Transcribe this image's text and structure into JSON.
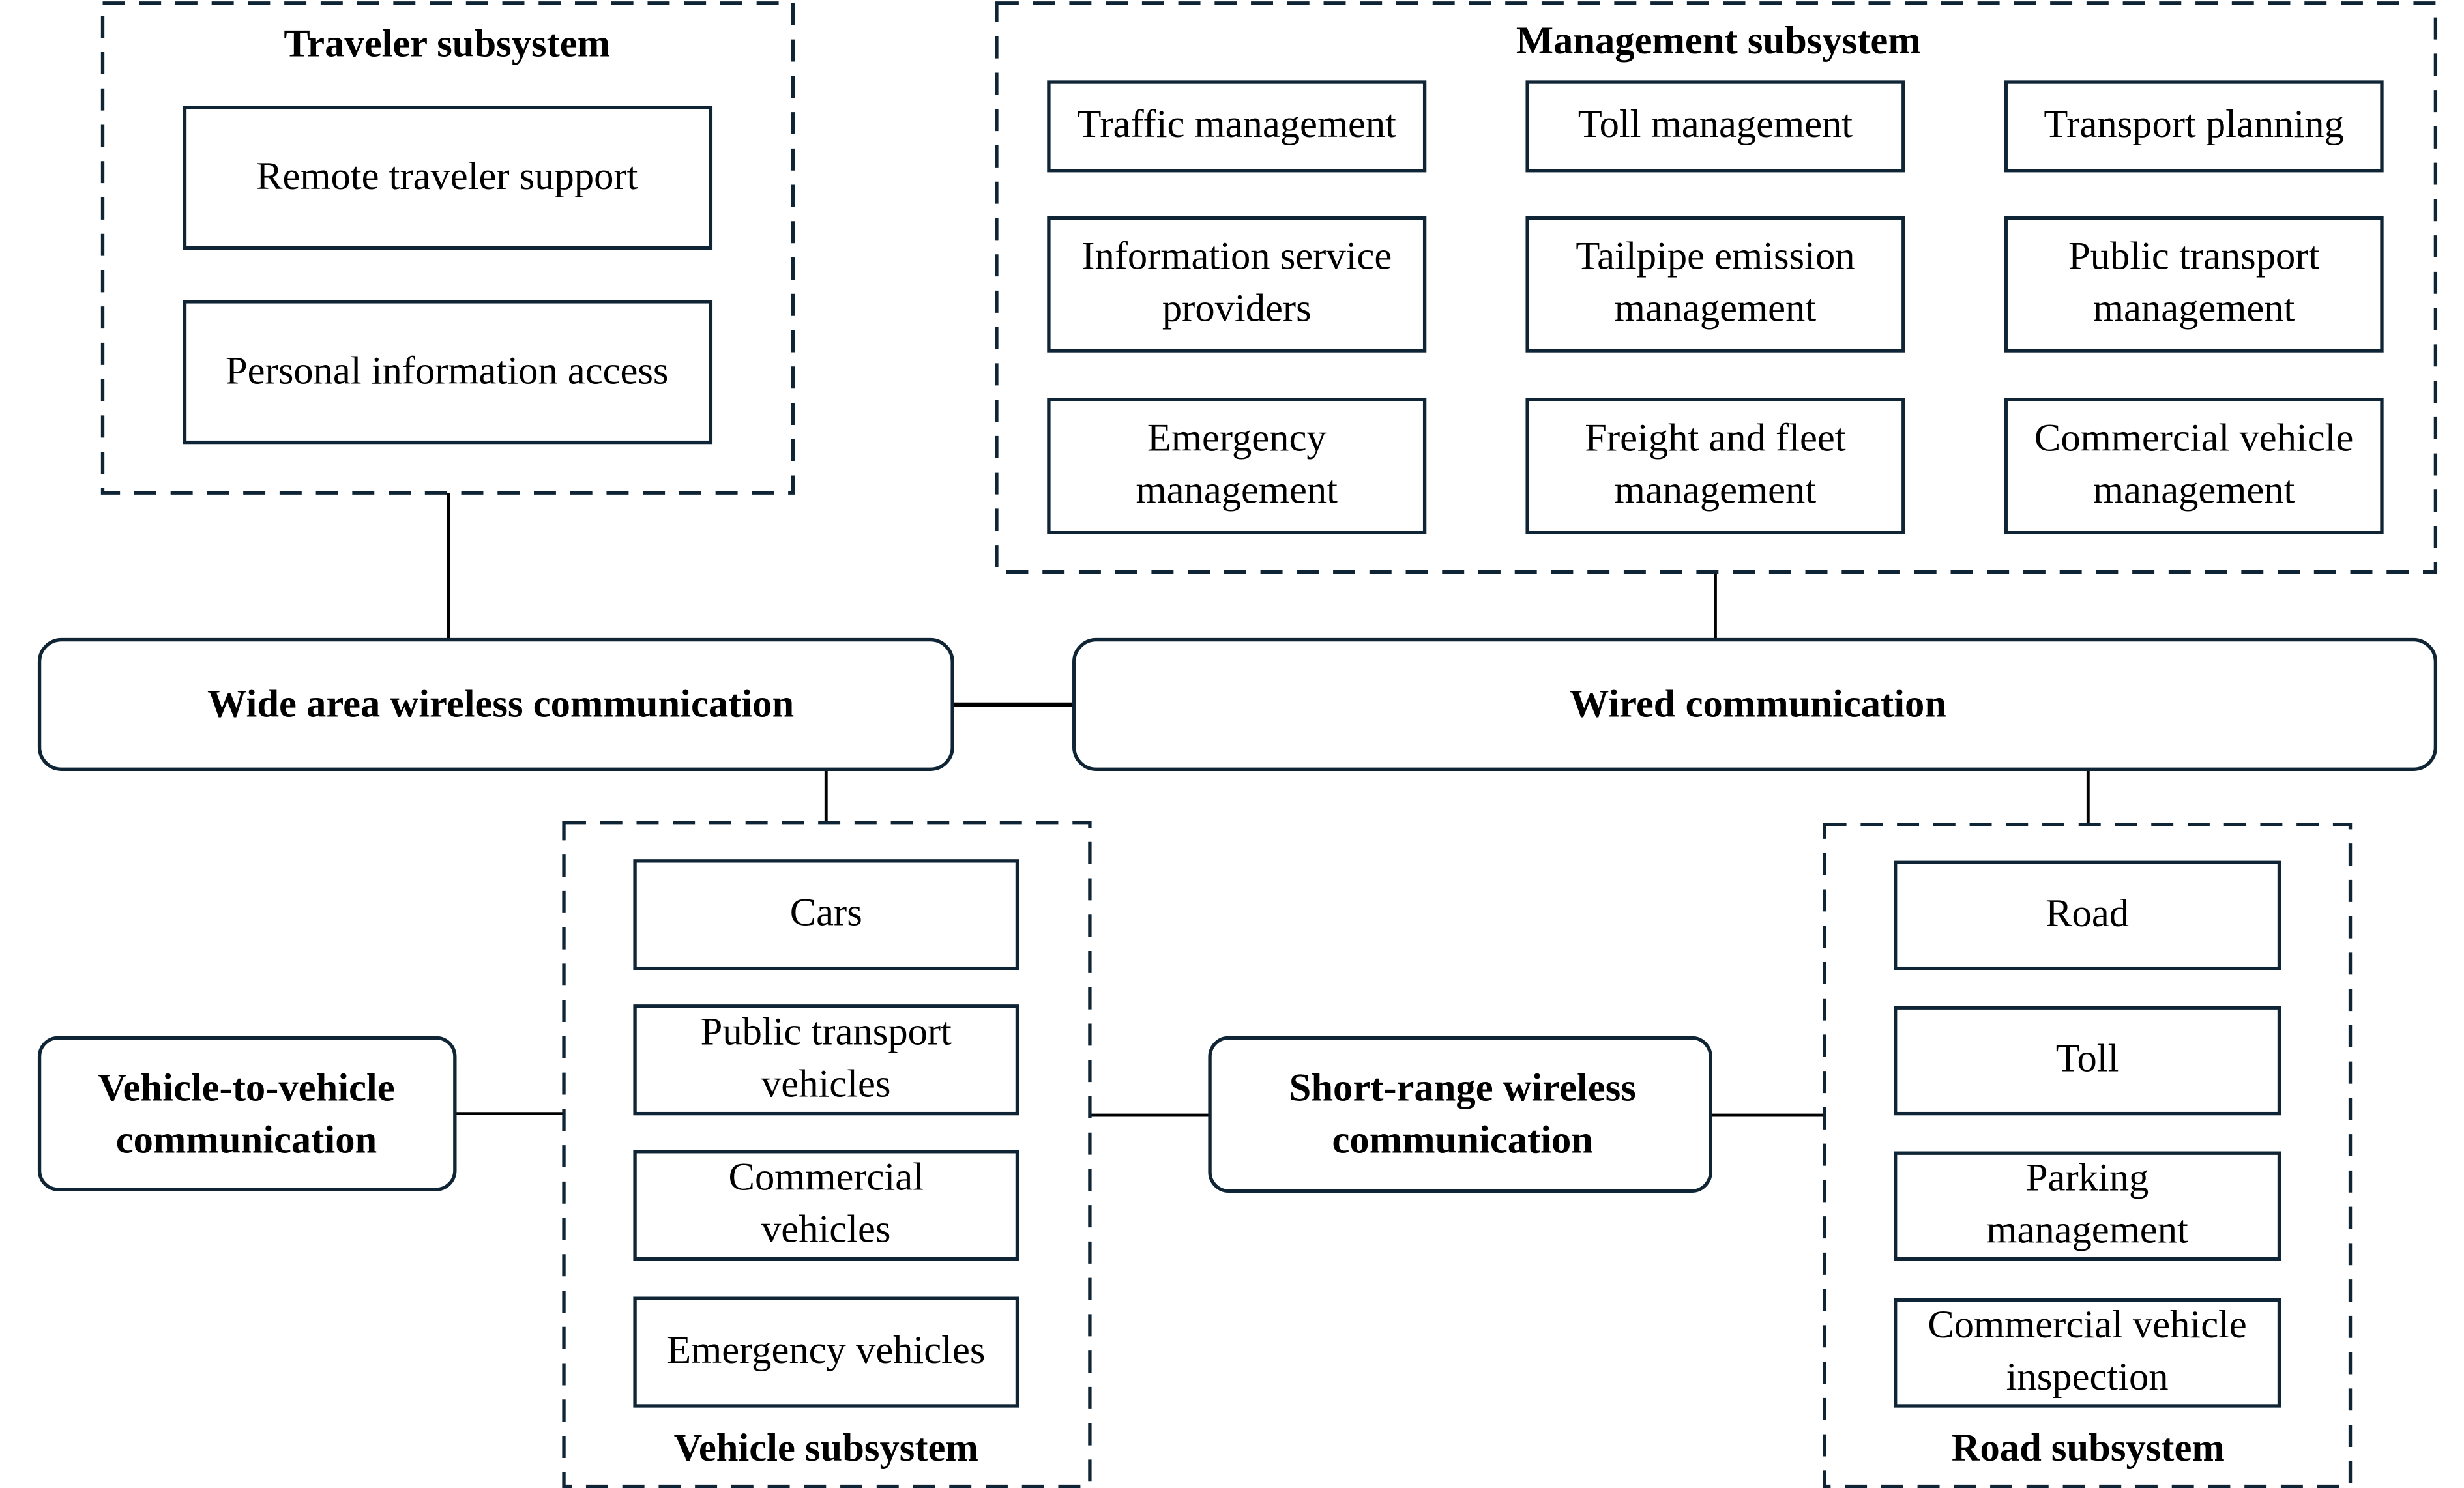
{
  "traveler": {
    "title": "Traveler subsystem",
    "items": [
      "Remote traveler support",
      "Personal information access"
    ]
  },
  "management": {
    "title": "Management subsystem",
    "items": [
      [
        "Traffic management"
      ],
      [
        "Toll management"
      ],
      [
        "Transport planning"
      ],
      [
        "Information service",
        "providers"
      ],
      [
        "Tailpipe emission",
        "management"
      ],
      [
        "Public transport",
        "management"
      ],
      [
        "Emergency",
        "management"
      ],
      [
        "Freight and fleet",
        "management"
      ],
      [
        "Commercial vehicle",
        "management"
      ]
    ]
  },
  "communication": {
    "wide_area": "Wide area wireless communication",
    "wired": "Wired communication",
    "v2v": [
      "Vehicle-to-vehicle",
      "communication"
    ],
    "short_range": [
      "Short-range wireless",
      "communication"
    ]
  },
  "vehicle": {
    "title": "Vehicle subsystem",
    "items": [
      [
        "Cars"
      ],
      [
        "Public transport",
        "vehicles"
      ],
      [
        "Commercial",
        "vehicles"
      ],
      [
        "Emergency vehicles"
      ]
    ]
  },
  "road": {
    "title": "Road subsystem",
    "items": [
      [
        "Road"
      ],
      [
        "Toll"
      ],
      [
        "Parking",
        "management"
      ],
      [
        "Commercial vehicle",
        "inspection"
      ]
    ]
  },
  "colors": {
    "stroke": "#0f2535",
    "background": "#ffffff"
  }
}
